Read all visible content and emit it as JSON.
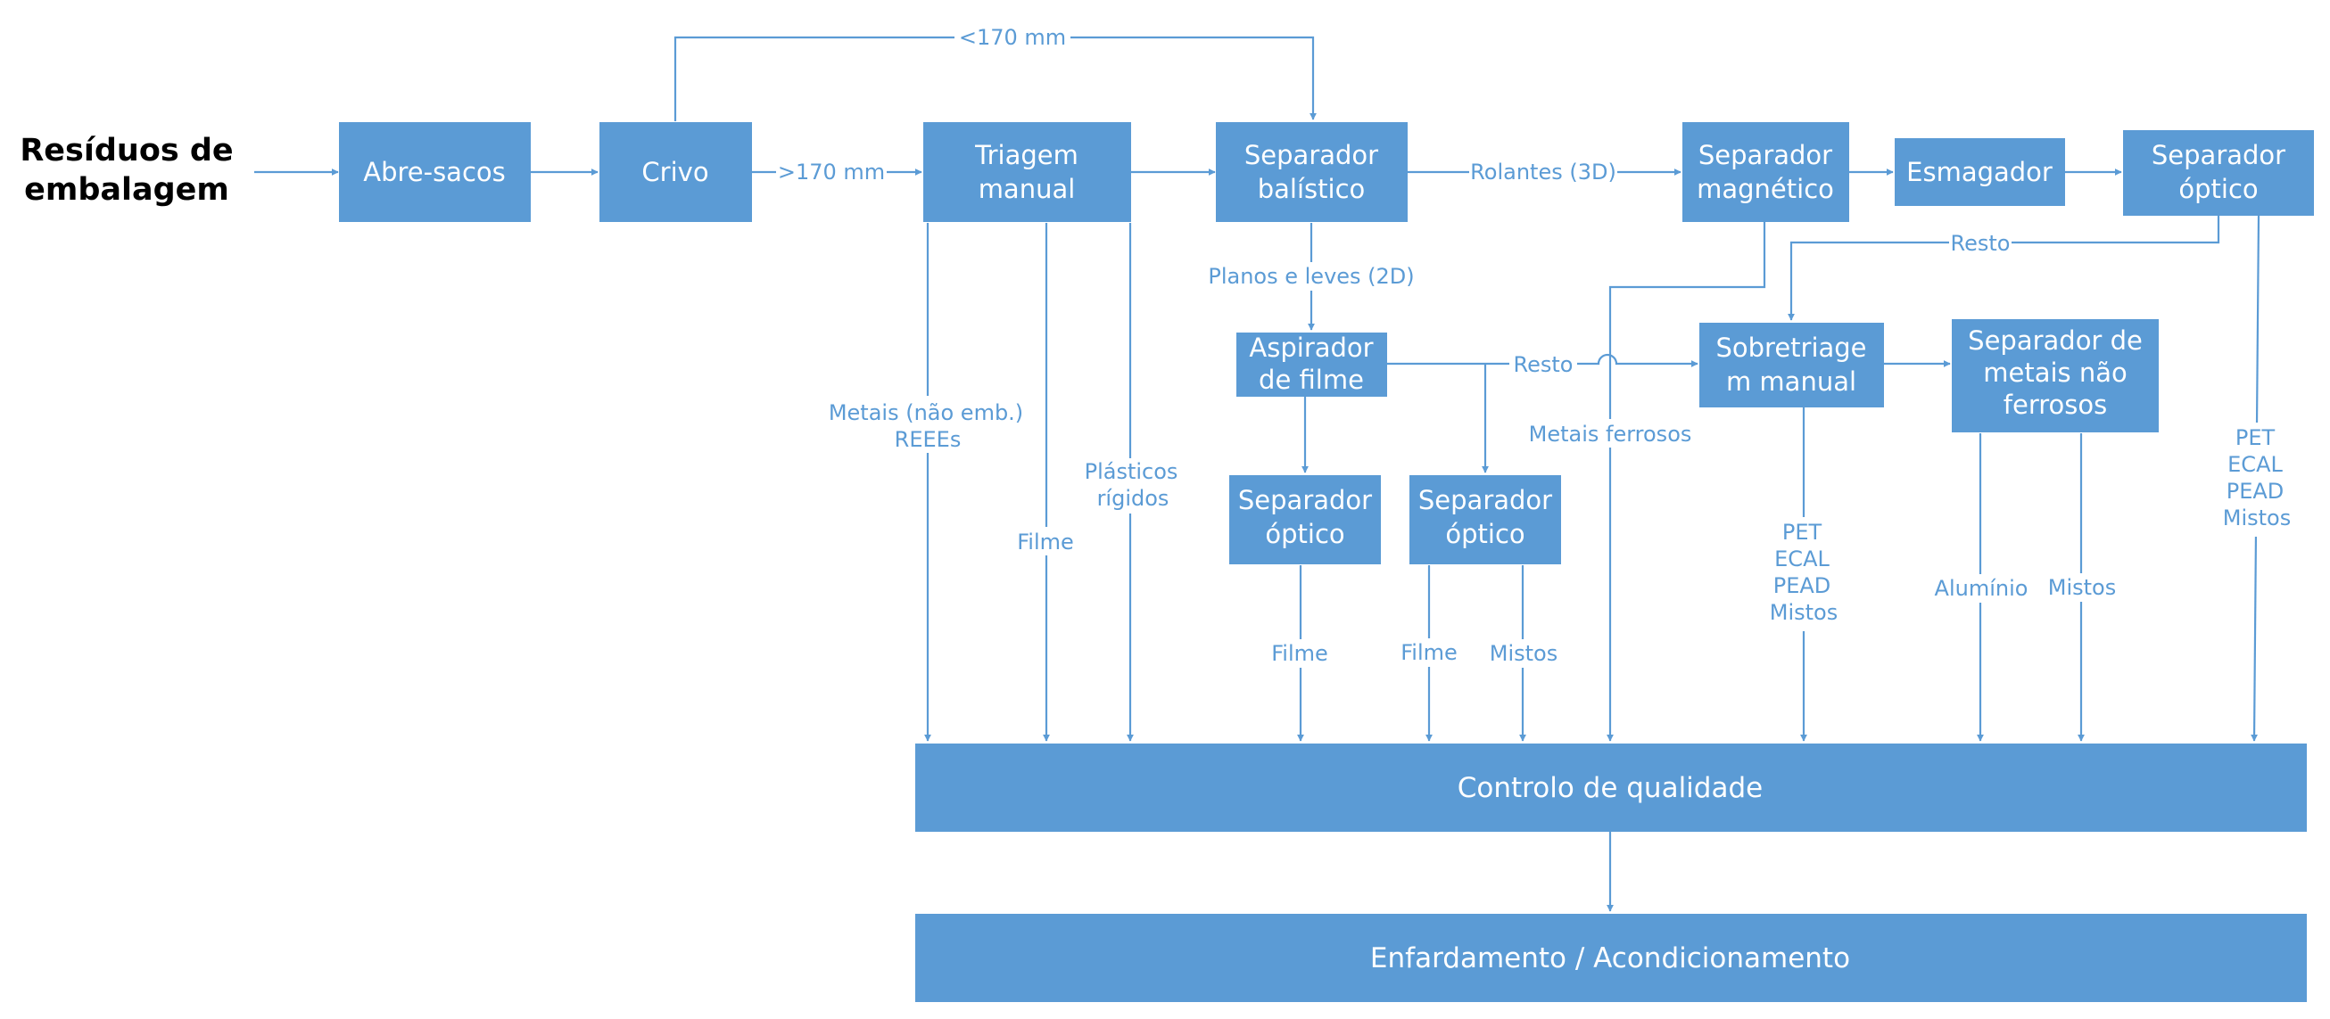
{
  "source": {
    "line1": "Resíduos de",
    "line2": "embalagem"
  },
  "nodes": {
    "abre_sacos": "Abre-sacos",
    "crivo": "Crivo",
    "triagem_1": "Triagem",
    "triagem_2": "manual",
    "balistico_1": "Separador",
    "balistico_2": "balístico",
    "magnetico_1": "Separador",
    "magnetico_2": "magnético",
    "esmagador": "Esmagador",
    "optico_top_1": "Separador",
    "optico_top_2": "óptico",
    "aspirador_1": "Aspirador",
    "aspirador_2": "de filme",
    "sobretriagem_1": "Sobretriage",
    "sobretriagem_2": "m manual",
    "naoferrosos_1": "Separador de",
    "naoferrosos_2": "metais não",
    "naoferrosos_3": "ferrosos",
    "optico_a_1": "Separador",
    "optico_a_2": "óptico",
    "optico_b_1": "Separador",
    "optico_b_2": "óptico",
    "controlo": "Controlo de qualidade",
    "enfardamento": "Enfardamento / Acondicionamento"
  },
  "labels": {
    "lt170": "<170 mm",
    "gt170": ">170 mm",
    "rolantes": "Rolantes (3D)",
    "planos": "Planos e leves (2D)",
    "resto_mid": "Resto",
    "resto_top": "Resto",
    "metais_1": "Metais (não emb.)",
    "metais_2": "REEEs",
    "filme_triagem": "Filme",
    "plasticos_1": "Plásticos",
    "plasticos_2": "rígidos",
    "metais_ferrosos": "Metais ferrosos",
    "filme_optico_a": "Filme",
    "filme_optico_b": "Filme",
    "mistos_optico_b": "Mistos",
    "sobre_pet": "PET",
    "sobre_ecal": "ECAL",
    "sobre_pead": "PEAD",
    "sobre_mistos": "Mistos",
    "aluminio": "Alumínio",
    "mistos_nf": "Mistos",
    "opt_pet": "PET",
    "opt_ecal": "ECAL",
    "opt_pead": "PEAD",
    "opt_mistos": "Mistos"
  },
  "colors": {
    "box": "#5b9bd5",
    "line": "#5b9bd5",
    "title": "#000000"
  }
}
